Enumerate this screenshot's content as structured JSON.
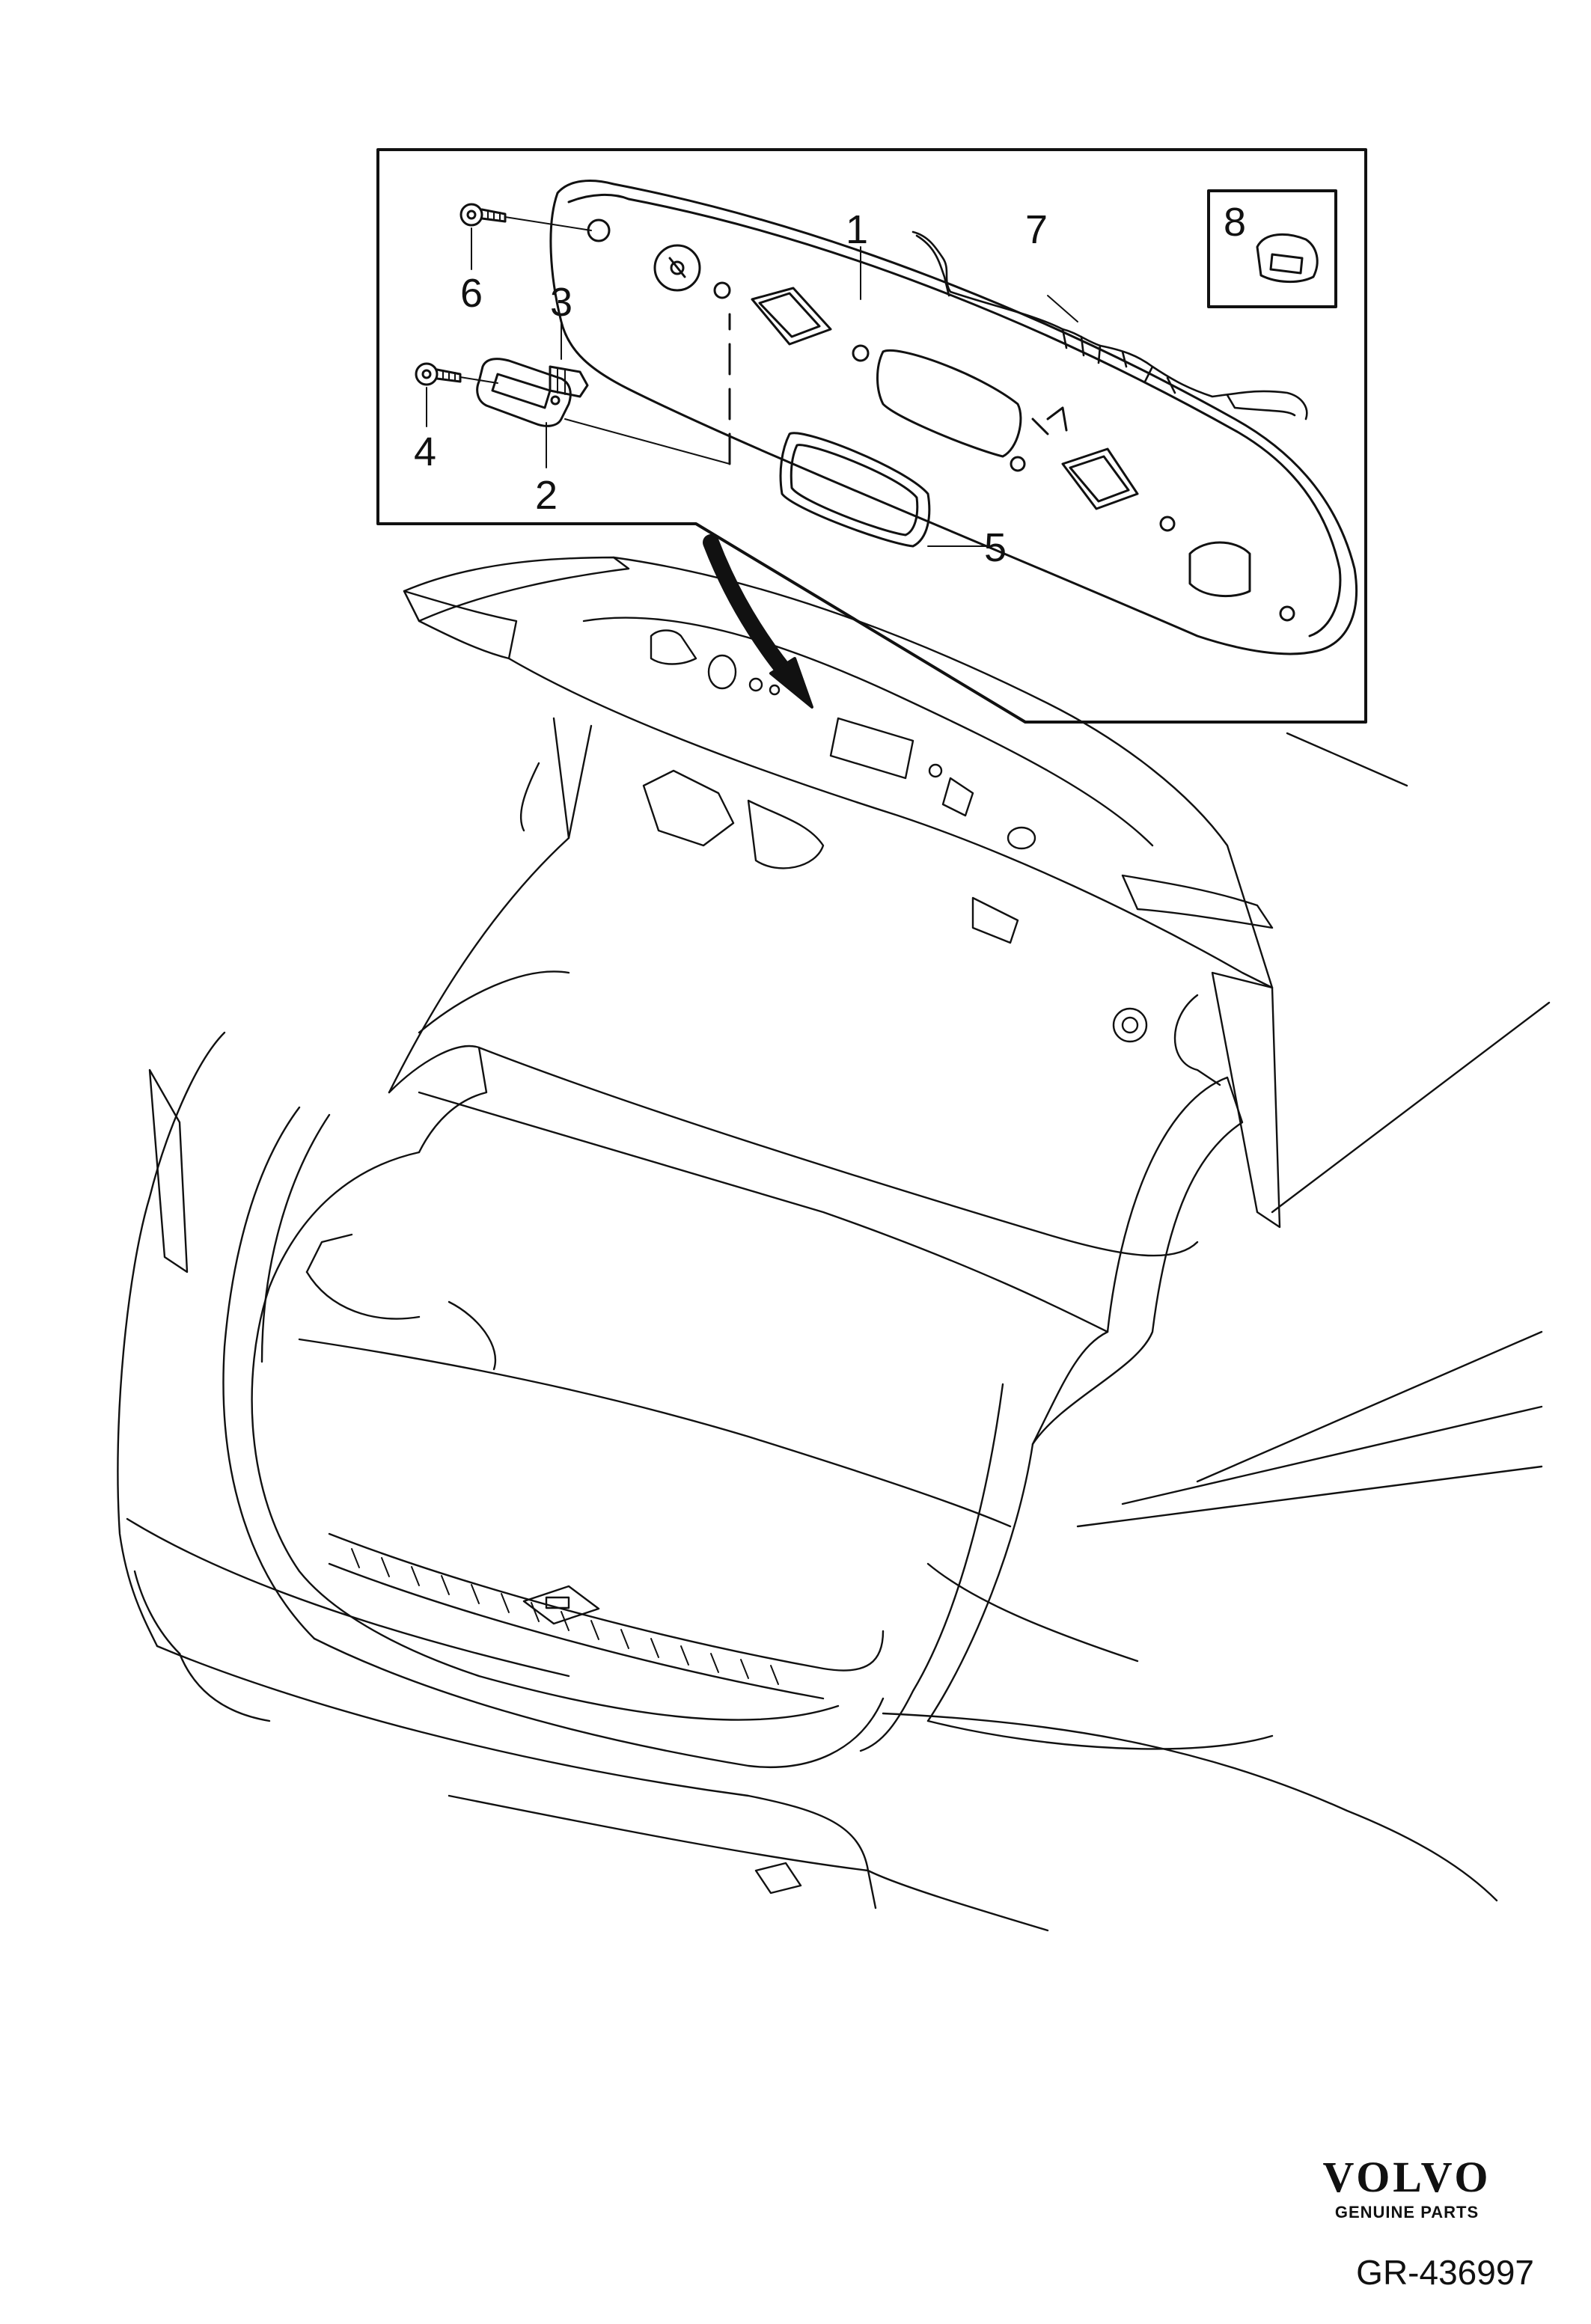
{
  "callouts": {
    "c1": "1",
    "c2": "2",
    "c3": "3",
    "c4": "4",
    "c5": "5",
    "c6": "6",
    "c7": "7",
    "c8": "8"
  },
  "brand": {
    "name": "VOLVO",
    "subtitle": "GENUINE PARTS"
  },
  "reference": "GR-436997",
  "colors": {
    "line": "#111111",
    "background": "#ffffff"
  }
}
